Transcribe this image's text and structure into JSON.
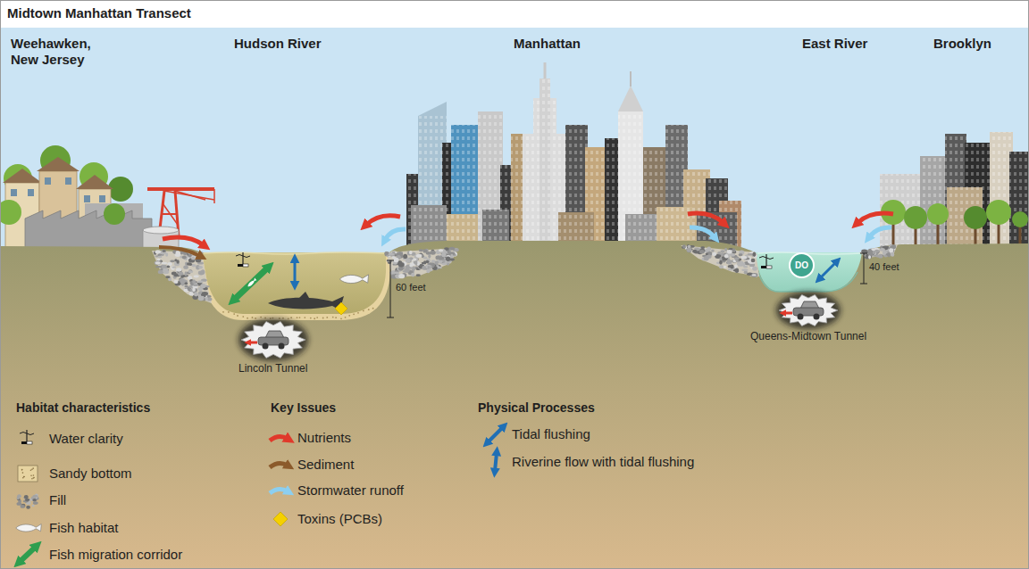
{
  "diagram": {
    "title": "Midtown Manhattan Transect",
    "nodes": [
      {
        "text": [
          "DO"
        ]
      }
    ],
    "labels": [
      "Weehawken, New Jersey",
      "Hudson River",
      "Manhattan",
      "East River",
      "Brooklyn",
      "60 feet",
      "40 feet",
      "Lincoln Tunnel",
      "Queens-Midtown Tunnel",
      "Habitat characteristics",
      "Key Issues",
      "Physical Processes"
    ],
    "legend": [
      {
        "text": "Water clarity"
      },
      {
        "text": "Sandy bottom"
      },
      {
        "text": "Fill"
      },
      {
        "text": "Fish habitat"
      },
      {
        "text": "Fish migration corridor"
      },
      {
        "text": "Nutrients"
      },
      {
        "text": "Sediment"
      },
      {
        "text": "Stormwater runoff"
      },
      {
        "text": "Toxins (PCBs)"
      },
      {
        "text": "Tidal flushing"
      },
      {
        "text": "Riverine flow with tidal flushing"
      }
    ]
  }
}
